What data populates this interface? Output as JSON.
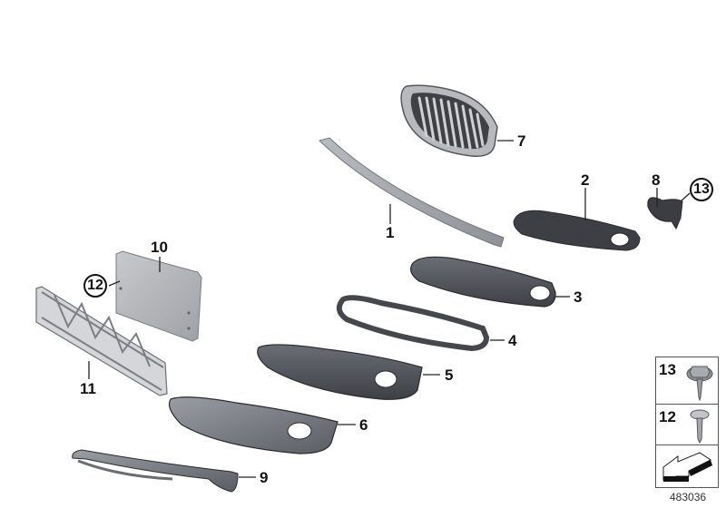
{
  "diagram": {
    "type": "exploded-parts-diagram",
    "caption_id": "483036",
    "colors": {
      "part_dark": "#4a4c52",
      "part_mid": "#7c7f86",
      "part_light": "#a9acb1",
      "outline": "#2a2a2e",
      "label": "#111111"
    },
    "callouts": [
      {
        "id": "1",
        "text": "1",
        "part": "trim strip"
      },
      {
        "id": "2",
        "text": "2",
        "part": "grille insert, closed"
      },
      {
        "id": "3",
        "text": "3",
        "part": "fog light trim, open"
      },
      {
        "id": "4",
        "text": "4",
        "part": "frame trim"
      },
      {
        "id": "5",
        "text": "5",
        "part": "fog light grille"
      },
      {
        "id": "6",
        "text": "6",
        "part": "fog light grille, lower"
      },
      {
        "id": "7",
        "text": "7",
        "part": "kidney grille"
      },
      {
        "id": "8",
        "text": "8",
        "part": "cover cap"
      },
      {
        "id": "9",
        "text": "9",
        "part": "lower trim strip"
      },
      {
        "id": "10",
        "text": "10",
        "part": "license plate base"
      },
      {
        "id": "11",
        "text": "11",
        "part": "license plate holder frame"
      },
      {
        "id": "12",
        "text": "12",
        "part": "screw (circled reference)"
      },
      {
        "id": "13",
        "text": "13",
        "part": "screw (circled reference)"
      }
    ],
    "legend": [
      {
        "number": "13",
        "item": "hex-head-screw-icon"
      },
      {
        "number": "12",
        "item": "pan-head-screw-icon"
      },
      {
        "number": "",
        "item": "direction-arrow-icon"
      }
    ]
  }
}
